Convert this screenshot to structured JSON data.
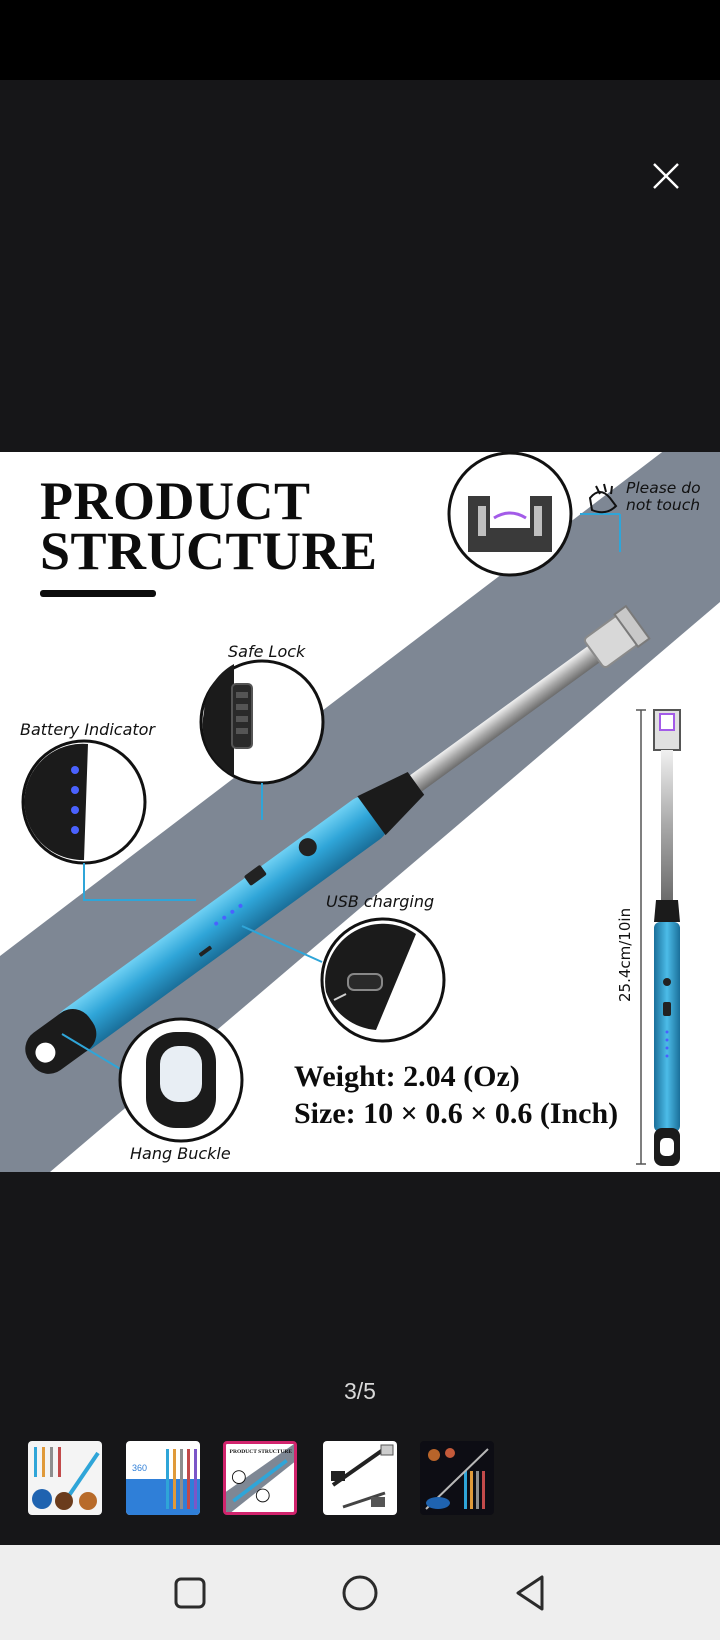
{
  "viewer": {
    "close_icon": "close-icon",
    "page_counter": "3/5"
  },
  "product": {
    "title_line1": "PRODUCT",
    "title_line2": "STRUCTURE",
    "warning": {
      "line1": "Please do",
      "line2": "not touch"
    },
    "labels": {
      "safe_lock": "Safe Lock",
      "battery_indicator": "Battery Indicator",
      "usb_charging": "USB charging",
      "hang_buckle": "Hang Buckle"
    },
    "weight": "Weight: 2.04 (Oz)",
    "size": "Size: 10 × 0.6 × 0.6 (Inch)",
    "length": "25.4cm/10in",
    "colors": {
      "body": "#2fa5d8",
      "band": "#7e8794",
      "spark": "#a35be8"
    }
  },
  "thumbnails": [
    {
      "index": 1,
      "active": false
    },
    {
      "index": 2,
      "active": false
    },
    {
      "index": 3,
      "active": true
    },
    {
      "index": 4,
      "active": false
    },
    {
      "index": 5,
      "active": false
    }
  ],
  "thumbnail_text": {
    "thumb2_caption": "360",
    "thumb3_caption": "PRODUCT STRUCTURE"
  },
  "nav_bar": {
    "recents_icon": "square-icon",
    "home_icon": "circle-icon",
    "back_icon": "triangle-back-icon"
  }
}
